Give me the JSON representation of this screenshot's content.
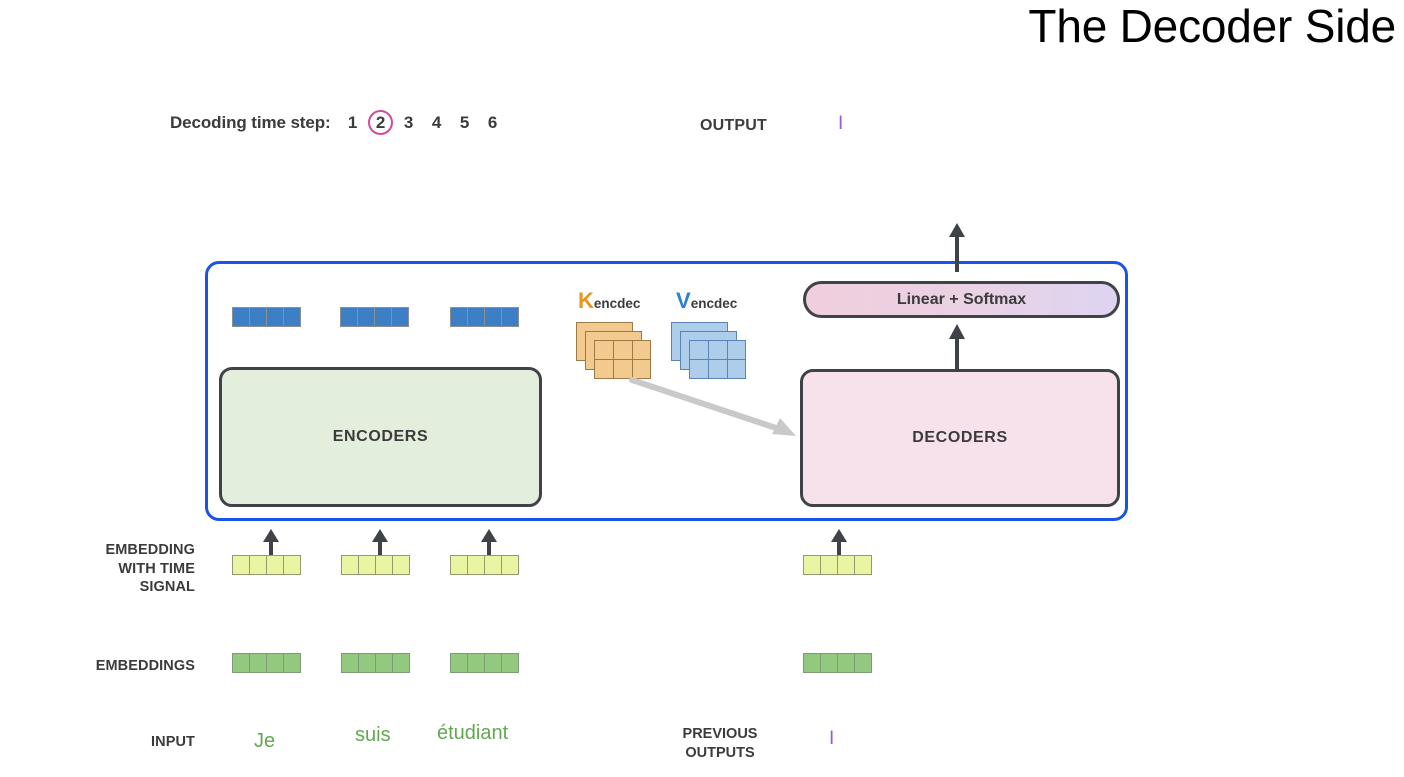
{
  "title": "The Decoder Side",
  "timestep": {
    "label": "Decoding time step:",
    "steps": [
      "1",
      "2",
      "3",
      "4",
      "5",
      "6"
    ],
    "active_step": "2",
    "highlight_color": "#d24a9a"
  },
  "output": {
    "label": "OUTPUT",
    "token": "I",
    "token_color": "#9b59d0"
  },
  "architecture": {
    "frame_color": "#1a53e8",
    "encoders_label": "ENCODERS",
    "decoders_label": "DECODERS",
    "linear_softmax_label": "Linear + Softmax",
    "encoders_fill": "#e4eedc",
    "decoders_fill": "#f7e2ec"
  },
  "attention": {
    "k_letter": "K",
    "k_subscript": "encdec",
    "k_color": "#e8961e",
    "v_letter": "V",
    "v_subscript": "encdec",
    "v_color": "#2f7fd4",
    "k_matrix_fill": "#f2c98e",
    "v_matrix_fill": "#aecdeb"
  },
  "rows": {
    "embedding_time_label": "EMBEDDING\nWITH TIME\nSIGNAL",
    "embedding_time_line1": "EMBEDDING",
    "embedding_time_line2": "WITH TIME",
    "embedding_time_line3": "SIGNAL",
    "embeddings_label": "EMBEDDINGS",
    "input_label": "INPUT",
    "previous_outputs_line1": "PREVIOUS",
    "previous_outputs_line2": "OUTPUTS"
  },
  "input_words": [
    "Je",
    "suis",
    "étudiant"
  ],
  "previous_output_token": "I",
  "vectors": {
    "cells_per_vector": 4,
    "encoder_output_color": "#3d7fc4",
    "embedding_time_color": "#e9f5a3",
    "embeddings_color": "#93c97e"
  }
}
